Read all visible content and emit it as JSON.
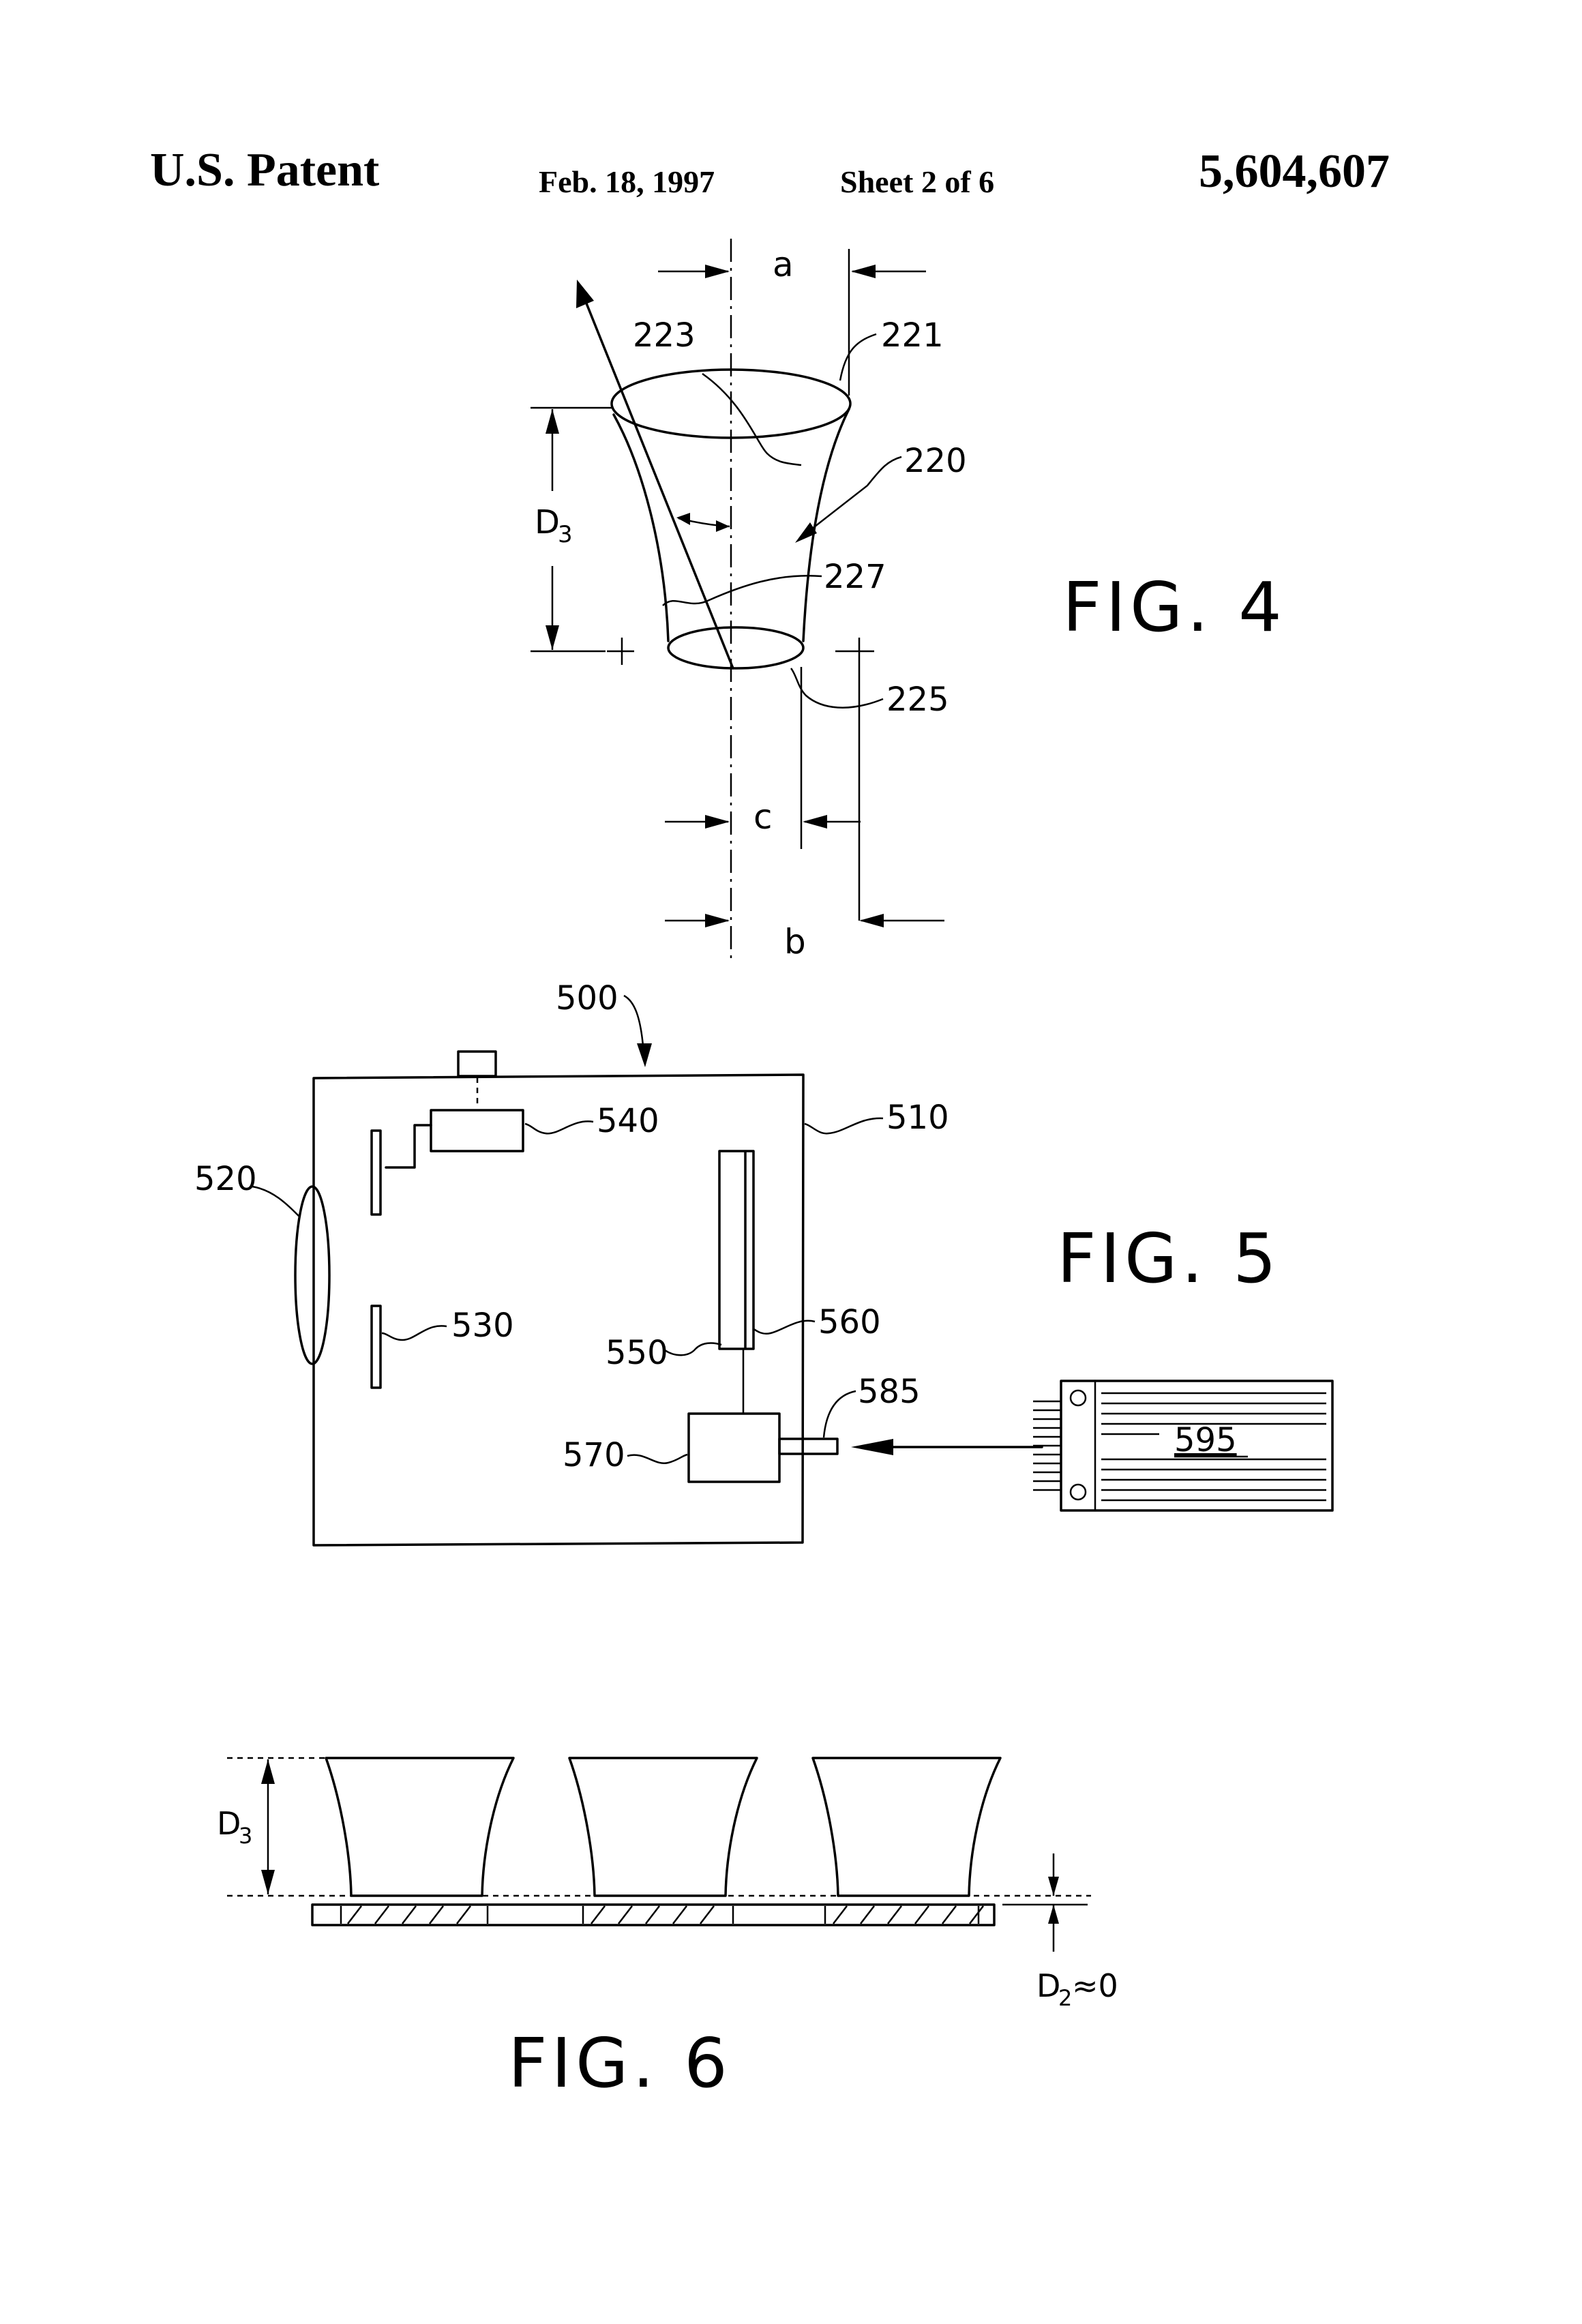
{
  "header": {
    "title": "U.S. Patent",
    "date": "Feb. 18, 1997",
    "sheet": "Sheet 2 of 6",
    "patent_number": "5,604,607"
  },
  "fig4": {
    "caption": "FIG. 4",
    "labels": {
      "a": "a",
      "b": "b",
      "c": "c",
      "d3": "D",
      "d3_sub": "3",
      "r221": "221",
      "r223": "223",
      "r220": "220",
      "r227": "227",
      "r225": "225"
    }
  },
  "fig5": {
    "caption": "FIG. 5",
    "labels": {
      "r500": "500",
      "r510": "510",
      "r520": "520",
      "r530": "530",
      "r540": "540",
      "r550": "550",
      "r560": "560",
      "r570": "570",
      "r585": "585",
      "r595": "595"
    }
  },
  "fig6": {
    "caption": "FIG. 6",
    "labels": {
      "d3": "D",
      "d3_sub": "3",
      "d2": "D",
      "d2_sub": "2",
      "d2_approx": "≈0"
    }
  }
}
